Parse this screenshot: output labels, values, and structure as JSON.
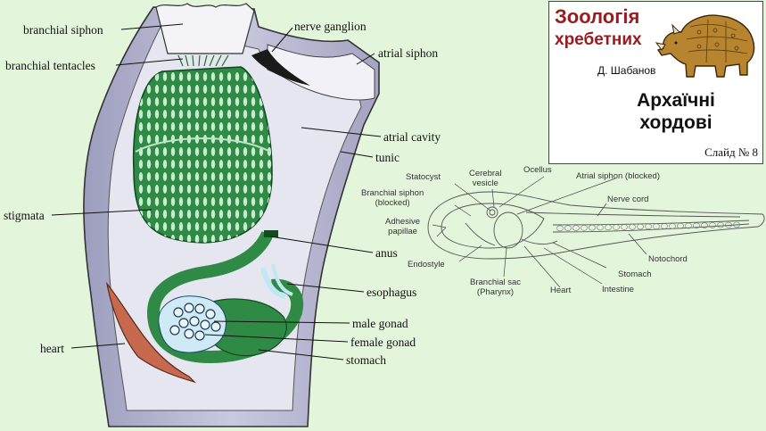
{
  "title_box": {
    "course_line1": "Зоологія",
    "course_line2": "хребетних",
    "author": "Д. Шабанов",
    "topic_line1": "Архаїчні",
    "topic_line2": "хордові",
    "slide_number": "Слайд № 8"
  },
  "adult_labels": {
    "branchial_siphon": "branchial siphon",
    "branchial_tentacles": "branchial tentacles",
    "nerve_ganglion": "nerve ganglion",
    "atrial_siphon": "atrial siphon",
    "atrial_cavity": "atrial cavity",
    "tunic": "tunic",
    "stigmata": "stigmata",
    "anus": "anus",
    "esophagus": "esophagus",
    "male_gonad": "male gonad",
    "female_gonad": "female gonad",
    "stomach": "stomach",
    "heart": "heart"
  },
  "larva_labels": {
    "statocyst": "Statocyst",
    "cerebral_vesicle_1": "Cerebral",
    "cerebral_vesicle_2": "vesicle",
    "ocellus": "Ocellus",
    "atrial_siphon": "Atrial siphon (blocked)",
    "branchial_siphon_1": "Branchial siphon",
    "branchial_siphon_2": "(blocked)",
    "nerve_cord": "Nerve cord",
    "adhesive_papillae_1": "Adhesive",
    "adhesive_papillae_2": "papillae",
    "notochord": "Notochord",
    "endostyle": "Endostyle",
    "stomach": "Stomach",
    "intestine": "Intestine",
    "branchial_sac_1": "Branchial sac",
    "branchial_sac_2": "(Pharynx)",
    "heart": "Heart"
  },
  "colors": {
    "background": "#e3f6dc",
    "tunic": "#a9a9c8",
    "atrial_cavity": "#e6e6f0",
    "pharynx_green": "#2f8a45",
    "title_red": "#9a1a1f",
    "heart": "#c7694f"
  },
  "icons": {
    "rhino": "rhinoceros-engraving-illustration"
  }
}
